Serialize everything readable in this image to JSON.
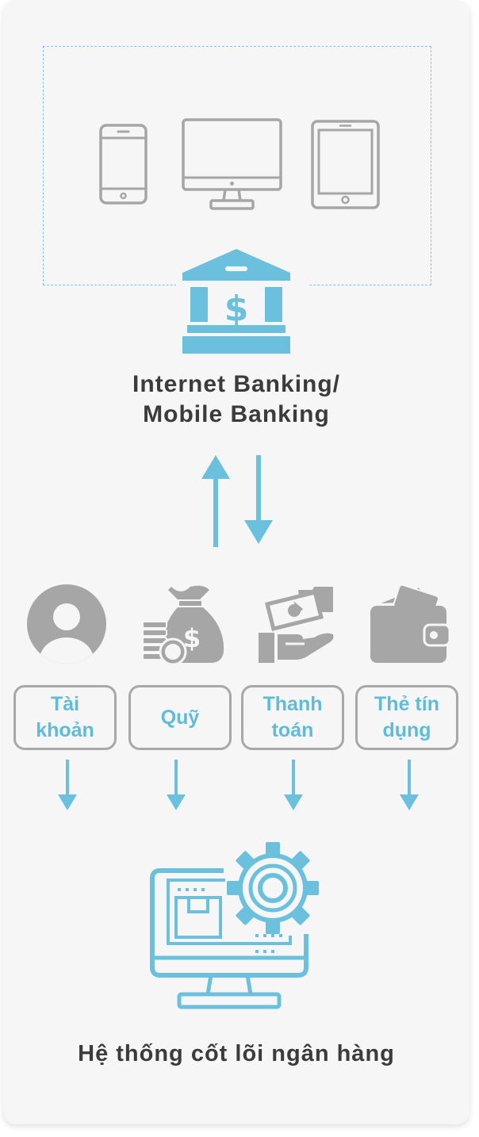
{
  "colors": {
    "accent": "#6bc0dd",
    "icon_gray": "#a6a6a6",
    "text_dark": "#3b3b3b",
    "card_bg": "#f6f6f6"
  },
  "devices": {
    "icons": [
      "smartphone-icon",
      "desktop-monitor-icon",
      "tablet-icon"
    ]
  },
  "bank": {
    "icon": "bank-dollar-icon",
    "title_line1": "Internet Banking/",
    "title_line2": "Mobile Banking"
  },
  "services": [
    {
      "icon": "user-account-icon",
      "label": "Tài\nkhoản"
    },
    {
      "icon": "money-bag-icon",
      "label": "Quỹ"
    },
    {
      "icon": "payment-hand-icon",
      "label": "Thanh\ntoán"
    },
    {
      "icon": "wallet-card-icon",
      "label": "Thẻ tín\ndụng"
    }
  ],
  "core": {
    "icon": "core-system-computer-gear-icon",
    "title": "Hệ thống cốt lõi ngân hàng"
  }
}
